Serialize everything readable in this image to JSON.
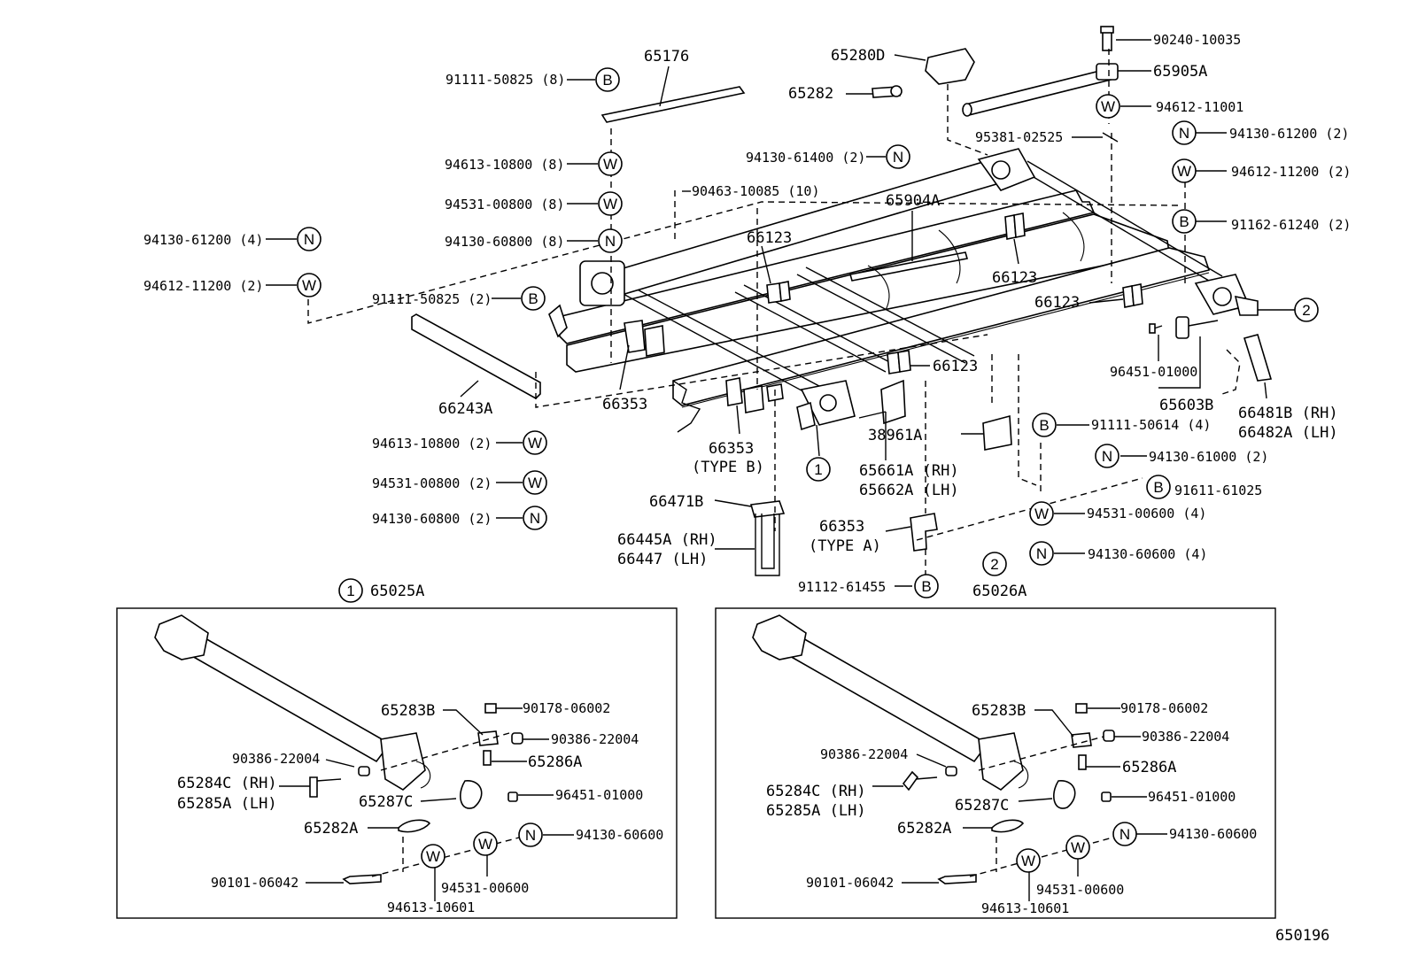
{
  "footer_code": "650196",
  "symbols": {
    "bolt": "B",
    "washer": "W",
    "nut": "N",
    "ref1": "1",
    "ref2": "2"
  },
  "colors": {
    "ink": "#000000",
    "paper": "#ffffff"
  },
  "top_labels": {
    "p65176": "65176",
    "p91111_50825_8": "91111-50825 (8)",
    "p94613_10800_8": "94613-10800 (8)",
    "p94531_00800_8": "94531-00800 (8)",
    "p94130_60800_8": "94130-60800 (8)",
    "p94130_61200_4": "94130-61200 (4)",
    "p94612_11200_2a": "94612-11200 (2)",
    "p91111_50825_2": "91111-50825 (2)",
    "p66243A": "66243A",
    "p66353a": "66353",
    "p94613_10800_2": "94613-10800 (2)",
    "p94531_00800_2": "94531-00800 (2)",
    "p94130_60800_2": "94130-60800 (2)",
    "p90463_10085": "90463-10085 (10)",
    "p66123a": "66123",
    "p94130_61400": "94130-61400 (2)",
    "p65904A": "65904A",
    "p65280D": "65280D",
    "p65282": "65282",
    "p90240_10035": "90240-10035",
    "p65905A": "65905A",
    "p94612_11001": "94612-11001",
    "p95381_02525": "95381-02525",
    "p94130_61200_2": "94130-61200 (2)",
    "p94612_11200_2b": "94612-11200 (2)",
    "p91162_61240": "91162-61240 (2)",
    "p66123b": "66123",
    "p66123c": "66123",
    "p66123d": "66123",
    "p96451_01000": "96451-01000",
    "p65603B": "65603B",
    "p66481B": "66481B (RH)",
    "p66482A": "66482A (LH)",
    "p66353b": "66353",
    "p66353b_type": "(TYPE B)",
    "p65661A": "65661A (RH)",
    "p65662A": "65662A (LH)",
    "p38961A": "38961A",
    "p91111_50614": "91111-50614 (4)",
    "p94130_61000": "94130-61000 (2)",
    "p91611_61025": "91611-61025",
    "p94531_00600_4": "94531-00600 (4)",
    "p94130_60600_4": "94130-60600 (4)",
    "p66471B": "66471B",
    "p66445A": "66445A (RH)",
    "p66447": "66447  (LH)",
    "p66353c": "66353",
    "p66353c_type": "(TYPE  A)",
    "p91112_61455": "91112-61455"
  },
  "box1": {
    "title": "65025A",
    "p65283B": "65283B",
    "p90178": "90178-06002",
    "p90386_r": "90386-22004",
    "p65286A": "65286A",
    "p90386_l": "90386-22004",
    "p65284C": "65284C (RH)",
    "p65285A": "65285A (LH)",
    "p65287C": "65287C",
    "p96451": "96451-01000",
    "p65282A": "65282A",
    "p94130_60600": "94130-60600",
    "p90101": "90101-06042",
    "p94531_00600": "94531-00600",
    "p94613_10601": "94613-10601"
  },
  "box2": {
    "title": "65026A",
    "p65283B": "65283B",
    "p90178": "90178-06002",
    "p90386_r": "90386-22004",
    "p65286A": "65286A",
    "p90386_l": "90386-22004",
    "p65284C": "65284C (RH)",
    "p65285A": "65285A (LH)",
    "p65287C": "65287C",
    "p96451": "96451-01000",
    "p65282A": "65282A",
    "p94130_60600": "94130-60600",
    "p90101": "90101-06042",
    "p94531_00600": "94531-00600",
    "p94613_10601": "94613-10601"
  }
}
